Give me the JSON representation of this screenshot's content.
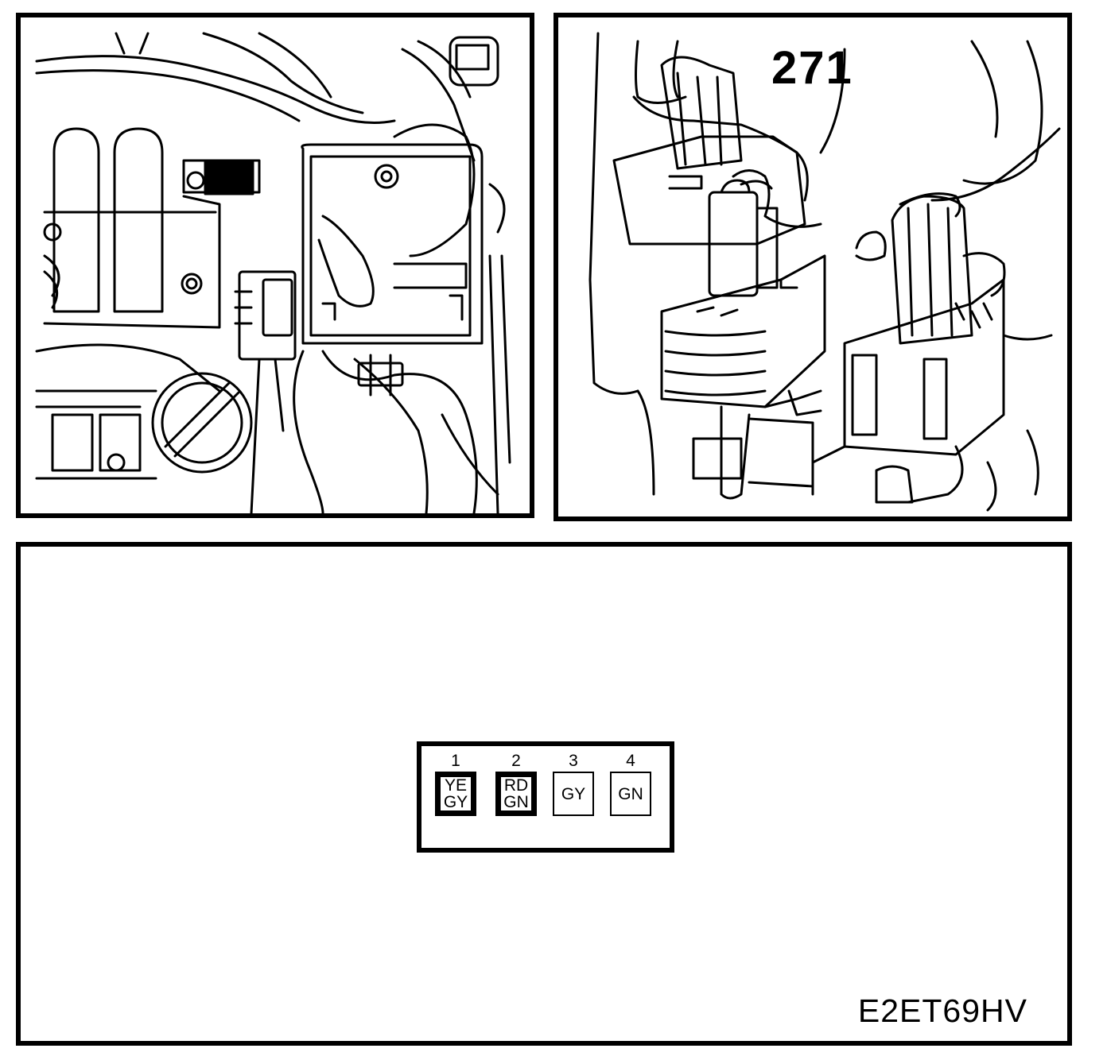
{
  "figure": {
    "callout_number": "271",
    "figure_code": "E2ET69HV"
  },
  "connector": {
    "pins": [
      {
        "number": "1",
        "wire": "YE\nGY",
        "highlighted": true
      },
      {
        "number": "2",
        "wire": "RD\nGN",
        "highlighted": true
      },
      {
        "number": "3",
        "wire": "GY",
        "highlighted": false
      },
      {
        "number": "4",
        "wire": "GN",
        "highlighted": false
      }
    ]
  },
  "icons": [
    "engine-bay-illustration",
    "connector-closeup-illustration"
  ]
}
